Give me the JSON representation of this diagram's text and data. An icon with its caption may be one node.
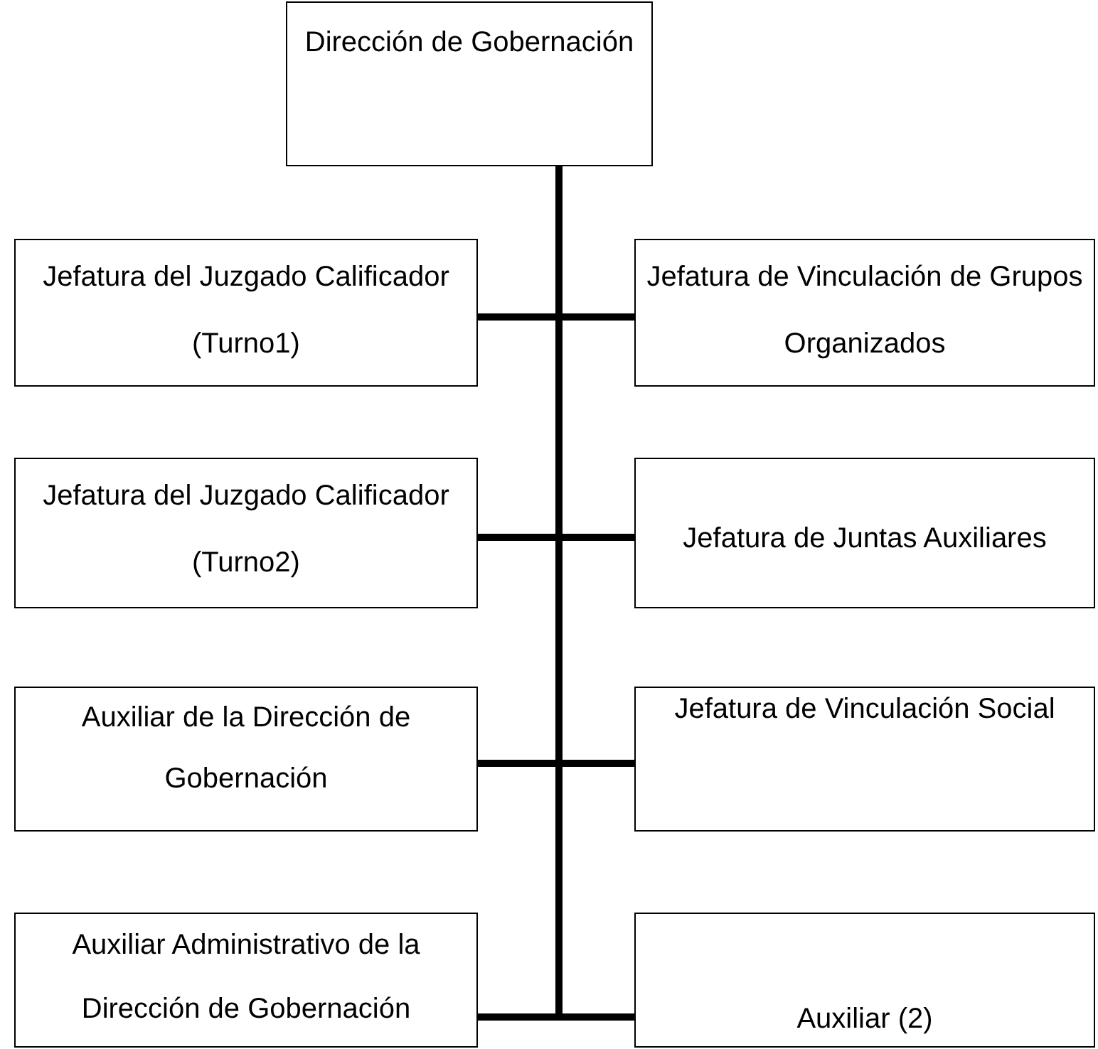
{
  "diagram": {
    "nodes": [
      {
        "text": [
          "Dirección de Gobernación"
        ]
      },
      {
        "text": [
          "Jefatura del Juzgado Calificador (Turno1)"
        ]
      },
      {
        "text": [
          "Jefatura de Vinculación de Grupos Organizados"
        ]
      },
      {
        "text": [
          "Jefatura del Juzgado Calificador (Turno2)"
        ]
      },
      {
        "text": [
          "Jefatura de Juntas Auxiliares"
        ]
      },
      {
        "text": [
          "Auxiliar de la Dirección de Gobernación"
        ]
      },
      {
        "text": [
          "Jefatura de Vinculación Social"
        ]
      },
      {
        "text": [
          "Auxiliar Administrativo de la Dirección de Gobernación"
        ]
      },
      {
        "text": [
          "Auxiliar (2)"
        ]
      }
    ],
    "edges": [
      {
        "from": 0,
        "to": 1,
        "arrow": "none"
      },
      {
        "from": 0,
        "to": 2,
        "arrow": "none"
      },
      {
        "from": 0,
        "to": 3,
        "arrow": "none"
      },
      {
        "from": 0,
        "to": 4,
        "arrow": "none"
      },
      {
        "from": 0,
        "to": 5,
        "arrow": "none"
      },
      {
        "from": 0,
        "to": 6,
        "arrow": "none"
      },
      {
        "from": 0,
        "to": 7,
        "arrow": "none"
      },
      {
        "from": 0,
        "to": 8,
        "arrow": "none"
      }
    ]
  }
}
